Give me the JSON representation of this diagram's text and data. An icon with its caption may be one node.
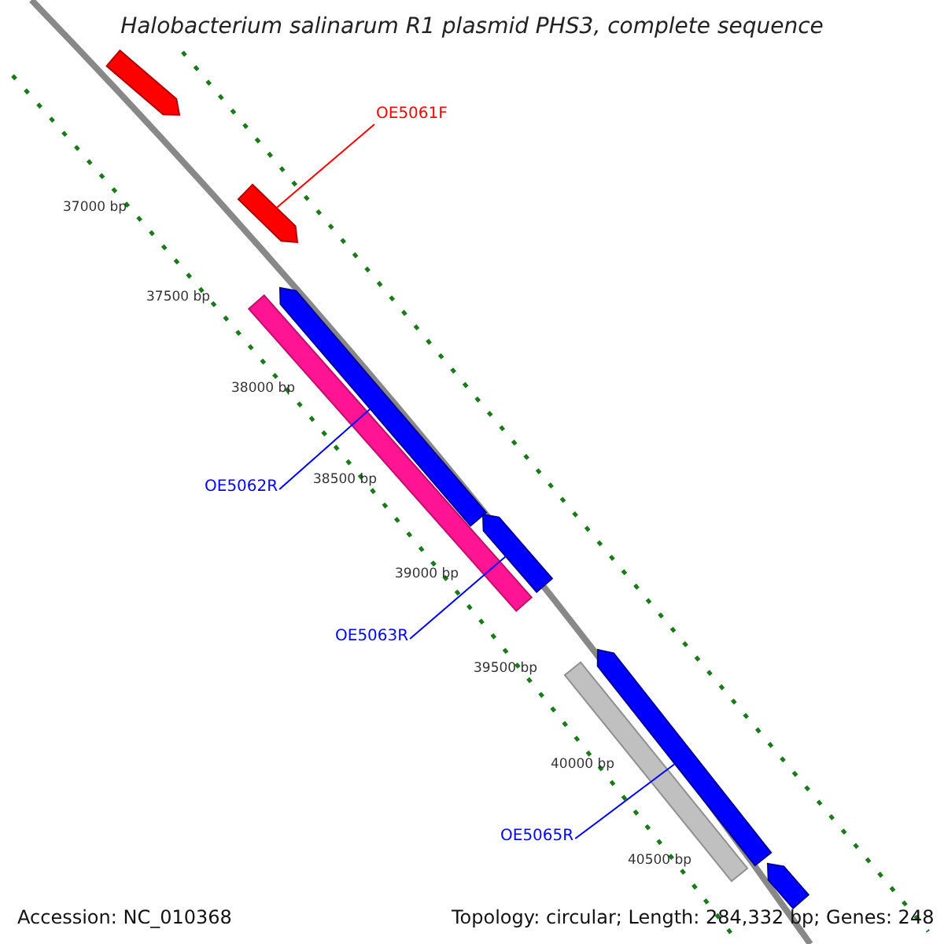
{
  "diagram": {
    "title": "Halobacterium salinarum R1 plasmid PHS3, complete sequence",
    "nodes": [
      {
        "text": [
          "OE5061F"
        ]
      },
      {
        "text": [
          "OE5062R"
        ]
      },
      {
        "text": [
          "OE5063R"
        ]
      },
      {
        "text": [
          "OE5065R"
        ]
      },
      {
        "text": [],
        "shape": "arrow"
      },
      {
        "text": [],
        "shape": "arrow"
      },
      {
        "text": [],
        "shape": "arrow"
      },
      {
        "text": [],
        "shape": "bar"
      },
      {
        "text": [],
        "shape": "arrow"
      },
      {
        "text": [],
        "shape": "bar"
      },
      {
        "text": [],
        "shape": "arrow"
      },
      {
        "text": [],
        "shape": "arrow"
      }
    ],
    "edges": [
      {
        "from": 0,
        "to": 5,
        "arrow": "none",
        "color": "#ff0000"
      },
      {
        "from": 1,
        "to": 6,
        "arrow": "none"
      },
      {
        "from": 2,
        "to": 8,
        "arrow": "none"
      },
      {
        "from": 3,
        "to": 10,
        "arrow": "none"
      }
    ],
    "labels": [
      "37000 bp",
      "37500 bp",
      "38000 bp",
      "38500 bp",
      "39000 bp",
      "39500 bp",
      "40000 bp",
      "40500 bp",
      "Accession: NC_010368",
      "Topology: circular; Length: 284,332 bp; Genes: 248"
    ]
  }
}
